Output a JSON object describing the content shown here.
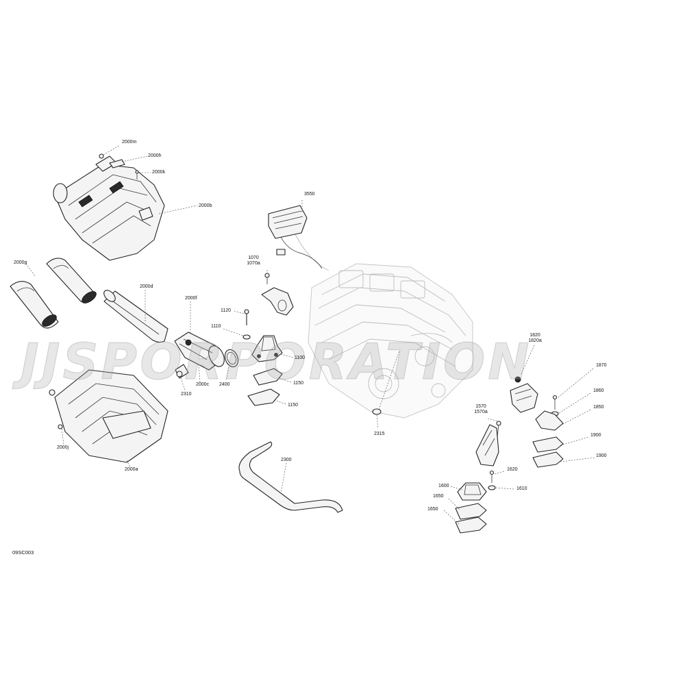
{
  "figure_code": "09SC003",
  "watermark": "JJSPORPORATION",
  "callouts": {
    "c2000m": "2000m",
    "c2000h": "2000h",
    "c2000k": "2000k",
    "c2000b": "2000b",
    "c2000g": "2000g",
    "c2000d": "2000d",
    "c2000f": "2000f",
    "c2000c": "2000c",
    "c2000j": "2000j",
    "c2000a": "2000a",
    "c2310": "2310",
    "c2400": "2400",
    "c3550": "3550",
    "c1070": "1070",
    "c1070a": "1070a",
    "c1120": "1120",
    "c1110": "1110",
    "c1100": "1100",
    "c1150a": "1150",
    "c1150b": "1150",
    "c2300": "2300",
    "c2315": "2315",
    "c1820": "1820",
    "c1820a": "1820a",
    "c1870": "1870",
    "c1860": "1860",
    "c1850": "1850",
    "c1900a": "1900",
    "c1900b": "1900",
    "c1570": "1570",
    "c1570a": "1570a",
    "c1620": "1620",
    "c1600": "1600",
    "c1610": "1610",
    "c1650a": "1650",
    "c1650b": "1650"
  }
}
